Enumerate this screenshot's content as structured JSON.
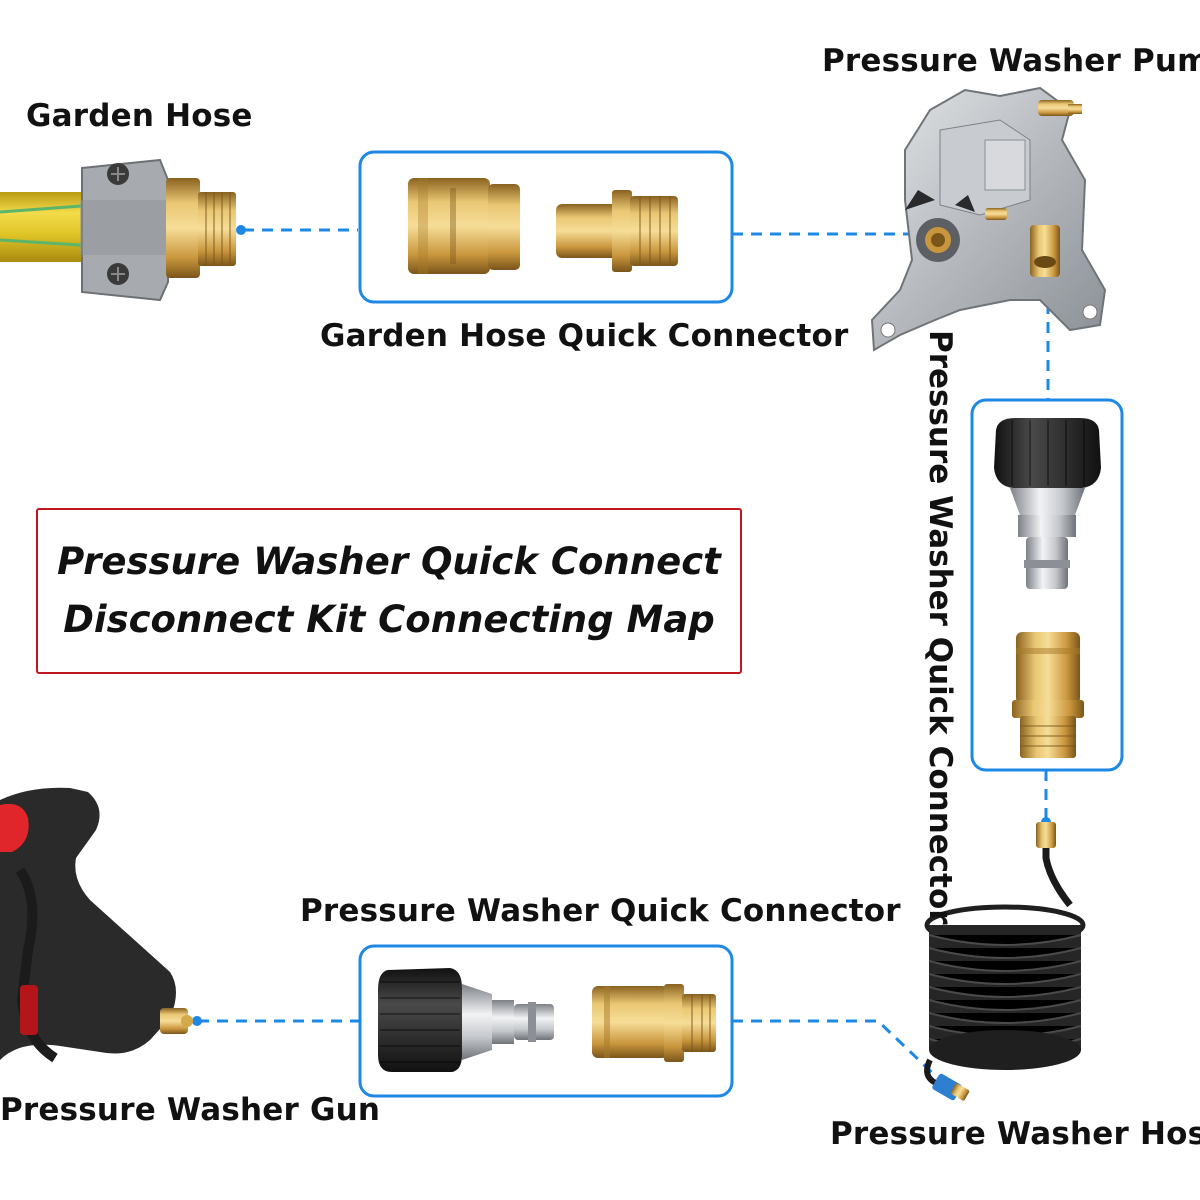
{
  "title": {
    "line1": "Pressure Washer Quick Connect",
    "line2": "Disconnect Kit Connecting Map"
  },
  "labels": {
    "garden_hose": "Garden Hose",
    "garden_hose_quick_connector": "Garden Hose Quick Connector",
    "pump": "Pressure Washer Pump",
    "pump_quick_connector": "Pressure Washer Quick Connector",
    "gun_quick_connector": "Pressure Washer Quick Connector",
    "gun": "Pressure Washer Gun",
    "hose": "Pressure Washer Hose"
  },
  "colors": {
    "accent_blue": "#1e88e5",
    "title_border": "#c0161f",
    "brass": "#d4a94a",
    "gray_metal": "#a9adb3",
    "black_rubber": "#222222",
    "gun_red": "#e0262b"
  }
}
